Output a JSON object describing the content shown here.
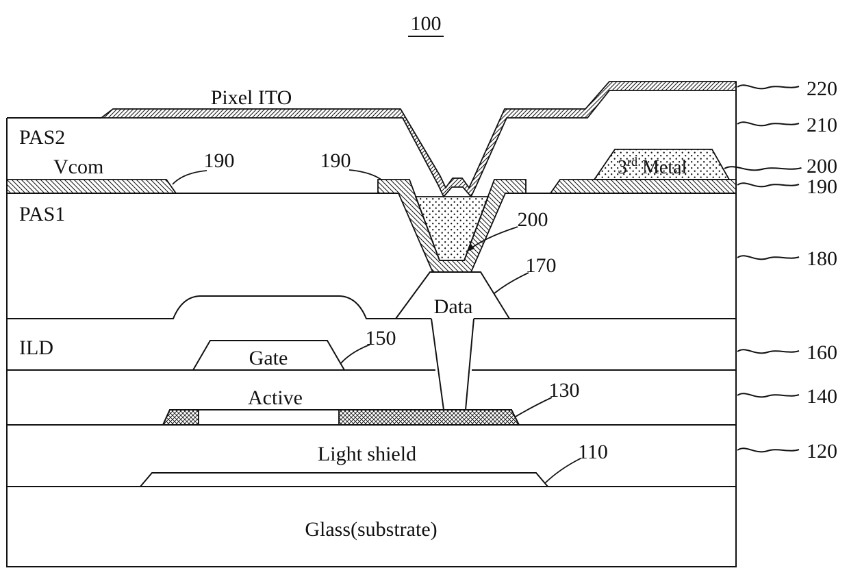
{
  "figure": {
    "number": "100"
  },
  "layer_labels": {
    "pixel_ito": "Pixel ITO",
    "pas2": "PAS2",
    "vcom": "Vcom",
    "pas1": "PAS1",
    "ild": "ILD",
    "gate": "Gate",
    "data": "Data",
    "active": "Active",
    "light_shield": "Light shield",
    "glass": "Glass(substrate)",
    "third_metal_base": "3",
    "third_metal_sup": "rd",
    "third_metal_rest": "Metal"
  },
  "callouts": {
    "vcom_left": "190",
    "via_liner": "190",
    "via_plug": "200",
    "data_num": "170",
    "gate_num": "150",
    "active_num": "130",
    "light_shield_num": "110"
  },
  "right_refs": [
    "220",
    "210",
    "200",
    "190",
    "180",
    "160",
    "140",
    "120"
  ],
  "colors": {
    "line": "#111111",
    "background": "#ffffff"
  }
}
